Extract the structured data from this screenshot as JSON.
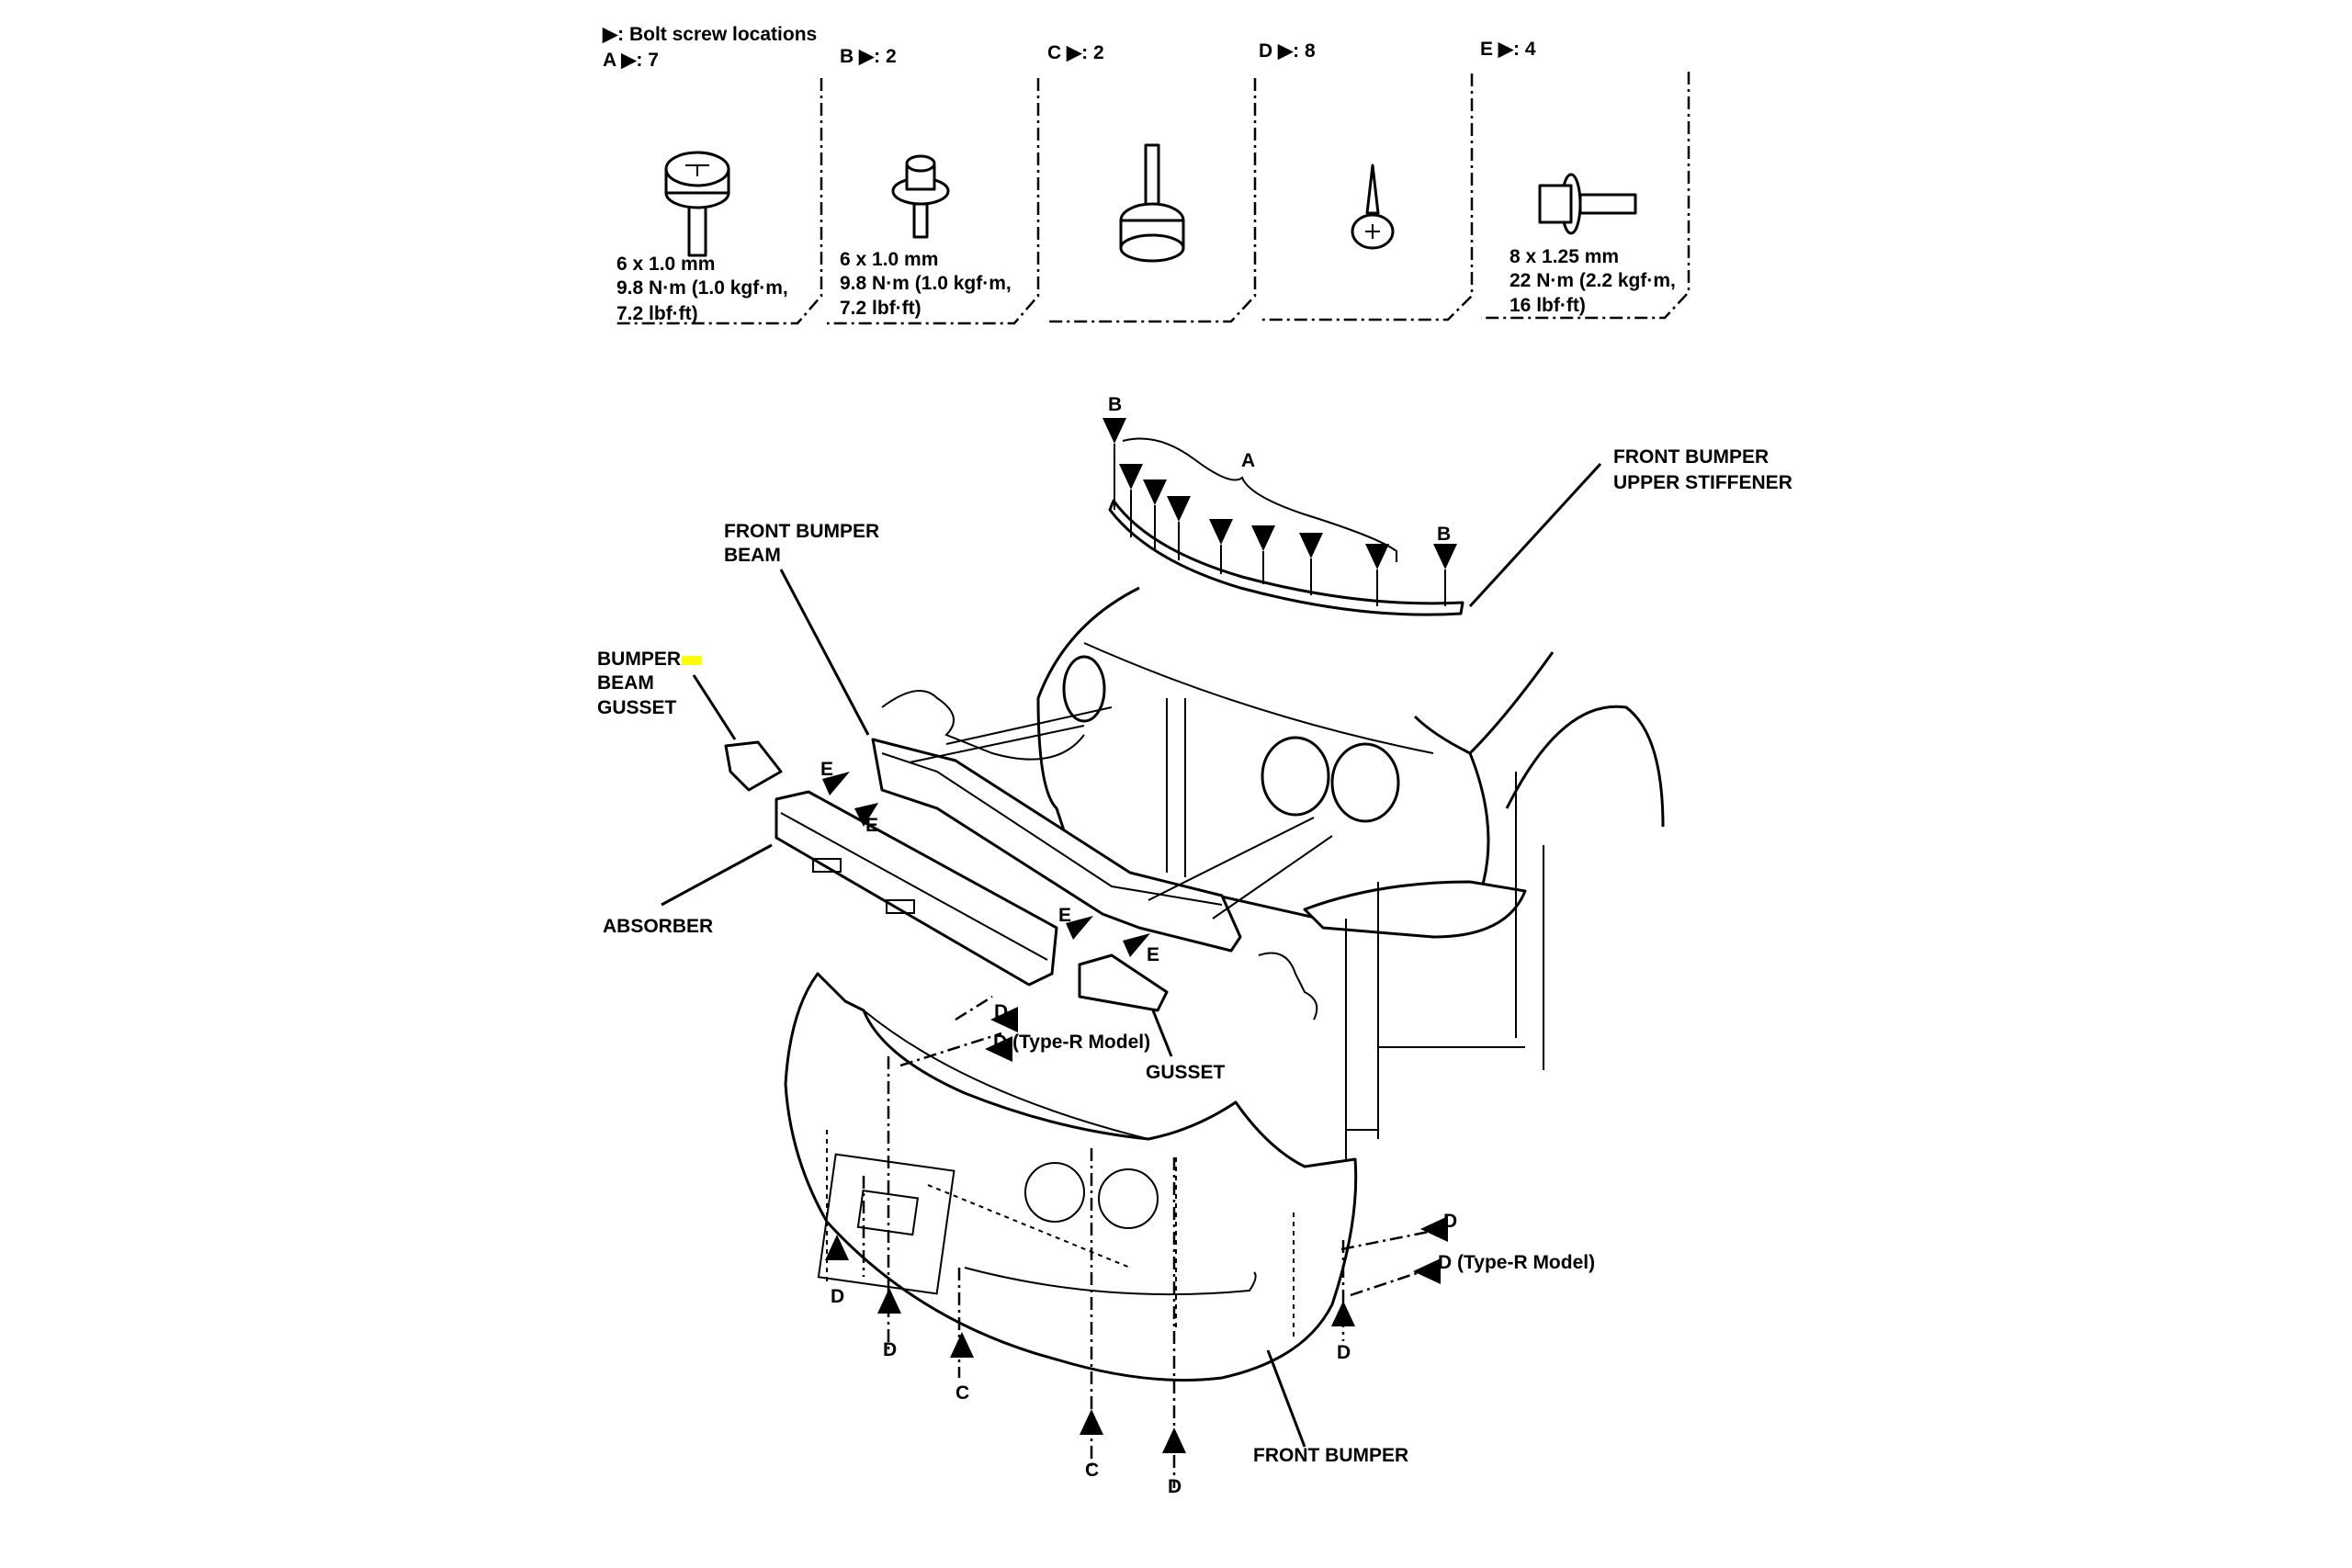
{
  "legend": {
    "title": "▶: Bolt screw locations",
    "fasteners": [
      {
        "code": "A ▶: 7",
        "spec": [
          "6 x 1.0 mm",
          "9.8 N·m (1.0 kgf·m,",
          "7.2 lbf·ft)"
        ],
        "icon": "pan-head-screw-icon"
      },
      {
        "code": "B ▶: 2",
        "spec": [
          "6 x 1.0 mm",
          "9.8 N·m (1.0 kgf·m,",
          "7.2 lbf·ft)"
        ],
        "icon": "washer-bolt-icon"
      },
      {
        "code": "C ▶: 2",
        "spec": [],
        "icon": "self-tapping-hex-screw-icon"
      },
      {
        "code": "D ▶: 8",
        "spec": [],
        "icon": "tapping-screw-icon"
      },
      {
        "code": "E ▶: 4",
        "spec": [
          "8 x 1.25 mm",
          "22 N·m (2.2 kgf·m,",
          "16 lbf·ft)"
        ],
        "icon": "flange-bolt-icon"
      }
    ]
  },
  "diagram": {
    "labels": {
      "upper_stiffener": [
        "FRONT BUMPER",
        "UPPER STIFFENER"
      ],
      "beam": [
        "FRONT BUMPER",
        "BEAM"
      ],
      "beam_gusset": [
        "BUMPER",
        "BEAM",
        "GUSSET"
      ],
      "absorber": "ABSORBER",
      "gusset": "GUSSET",
      "front_bumper": "FRONT BUMPER"
    },
    "callouts": {
      "b_left": "B",
      "a_group": "A",
      "b_right": "B",
      "e1": "E",
      "e2": "E",
      "e3": "E",
      "e4": "E",
      "d_top": "D",
      "d_top_typer": "D (Type-R Model)",
      "d_right": "D",
      "d_right_typer": "D (Type-R Model)",
      "d_b1": "D",
      "d_b2": "D",
      "c_b1": "C",
      "c_b2": "C",
      "d_b3": "D",
      "d_b4": "D"
    },
    "highlight_color": "#ffff00"
  }
}
